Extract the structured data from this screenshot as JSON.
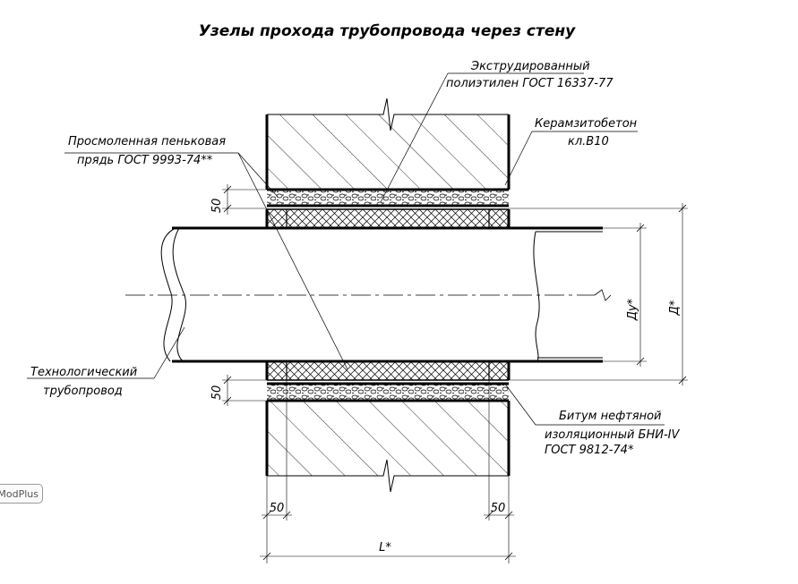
{
  "title": "Узелы прохода трубопровода через стену",
  "labels": {
    "extruded_pe_line1": "Экструдированный",
    "extruded_pe_line2": "полиэтилен ГОСТ 16337-77",
    "concrete_line1": "Керамзитобетон",
    "concrete_line2": "кл.В10",
    "hemp_line1": "Просмоленная пеньковая",
    "hemp_line2": "прядь ГОСТ 9993-74**",
    "pipe_line1": "Технологический",
    "pipe_line2": "трубопровод",
    "bitumen_line1": "Битум нефтяной",
    "bitumen_line2": "изоляционный БНИ-IV",
    "bitumen_line3": "ГОСТ 9812-74*"
  },
  "dimensions": {
    "gap_top": "50",
    "gap_bottom": "50",
    "edge_left": "50",
    "edge_right": "50",
    "length": "L*",
    "nominal_diameter": "Ду*",
    "outer_diameter": "Д*"
  },
  "watermark": "ModPlus"
}
